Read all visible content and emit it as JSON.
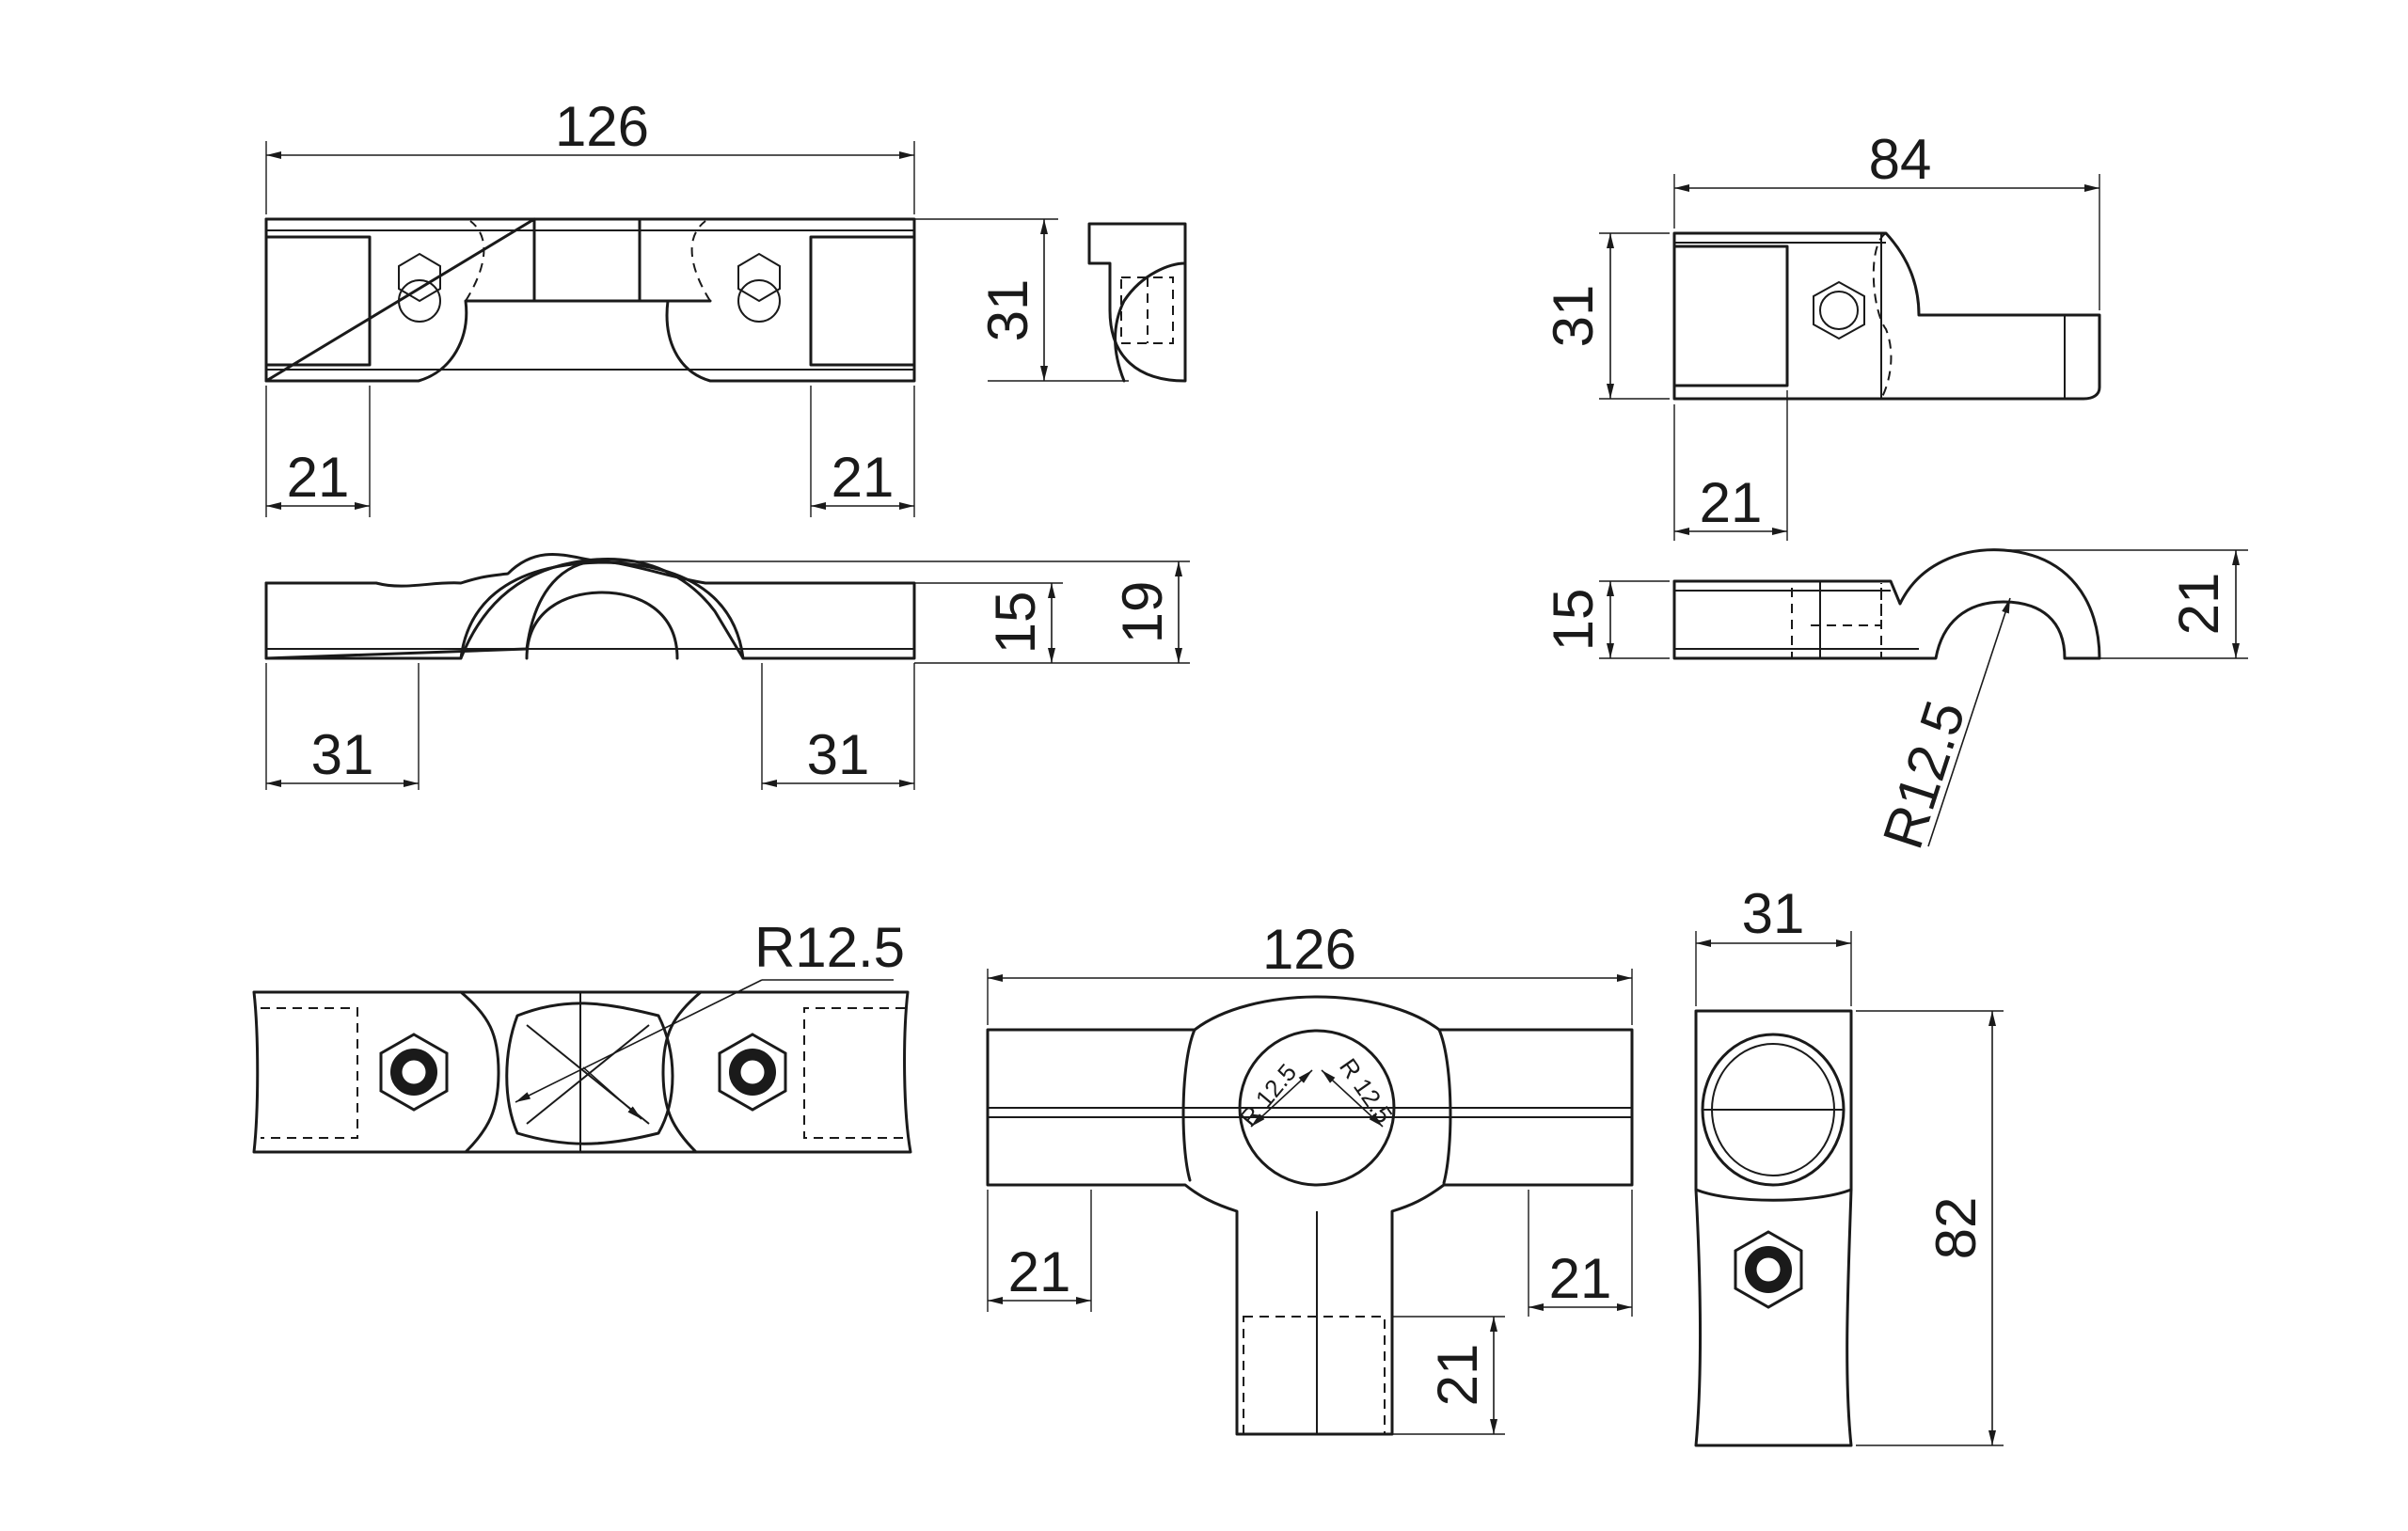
{
  "drawing": {
    "views": {
      "top_left_plan": {
        "overall_length": "126",
        "height": "31",
        "left_socket": "21",
        "right_socket": "21"
      },
      "top_left_side": {
        "left_foot": "31",
        "right_foot": "31",
        "base_height": "15",
        "total_height": "19"
      },
      "top_right_plan": {
        "overall_length": "84",
        "height": "31",
        "socket": "21"
      },
      "top_right_side": {
        "base_height": "15",
        "total_height": "21",
        "radius": "R12.5"
      },
      "bottom_left_top": {
        "radius": "R12.5"
      },
      "bottom_middle_tee": {
        "overall_length": "126",
        "left_socket": "21",
        "right_socket": "21",
        "branch_socket": "21",
        "radius_left": "R 12.5",
        "radius_right": "R 12.5"
      },
      "bottom_right_end": {
        "width": "31",
        "height": "82"
      }
    }
  }
}
